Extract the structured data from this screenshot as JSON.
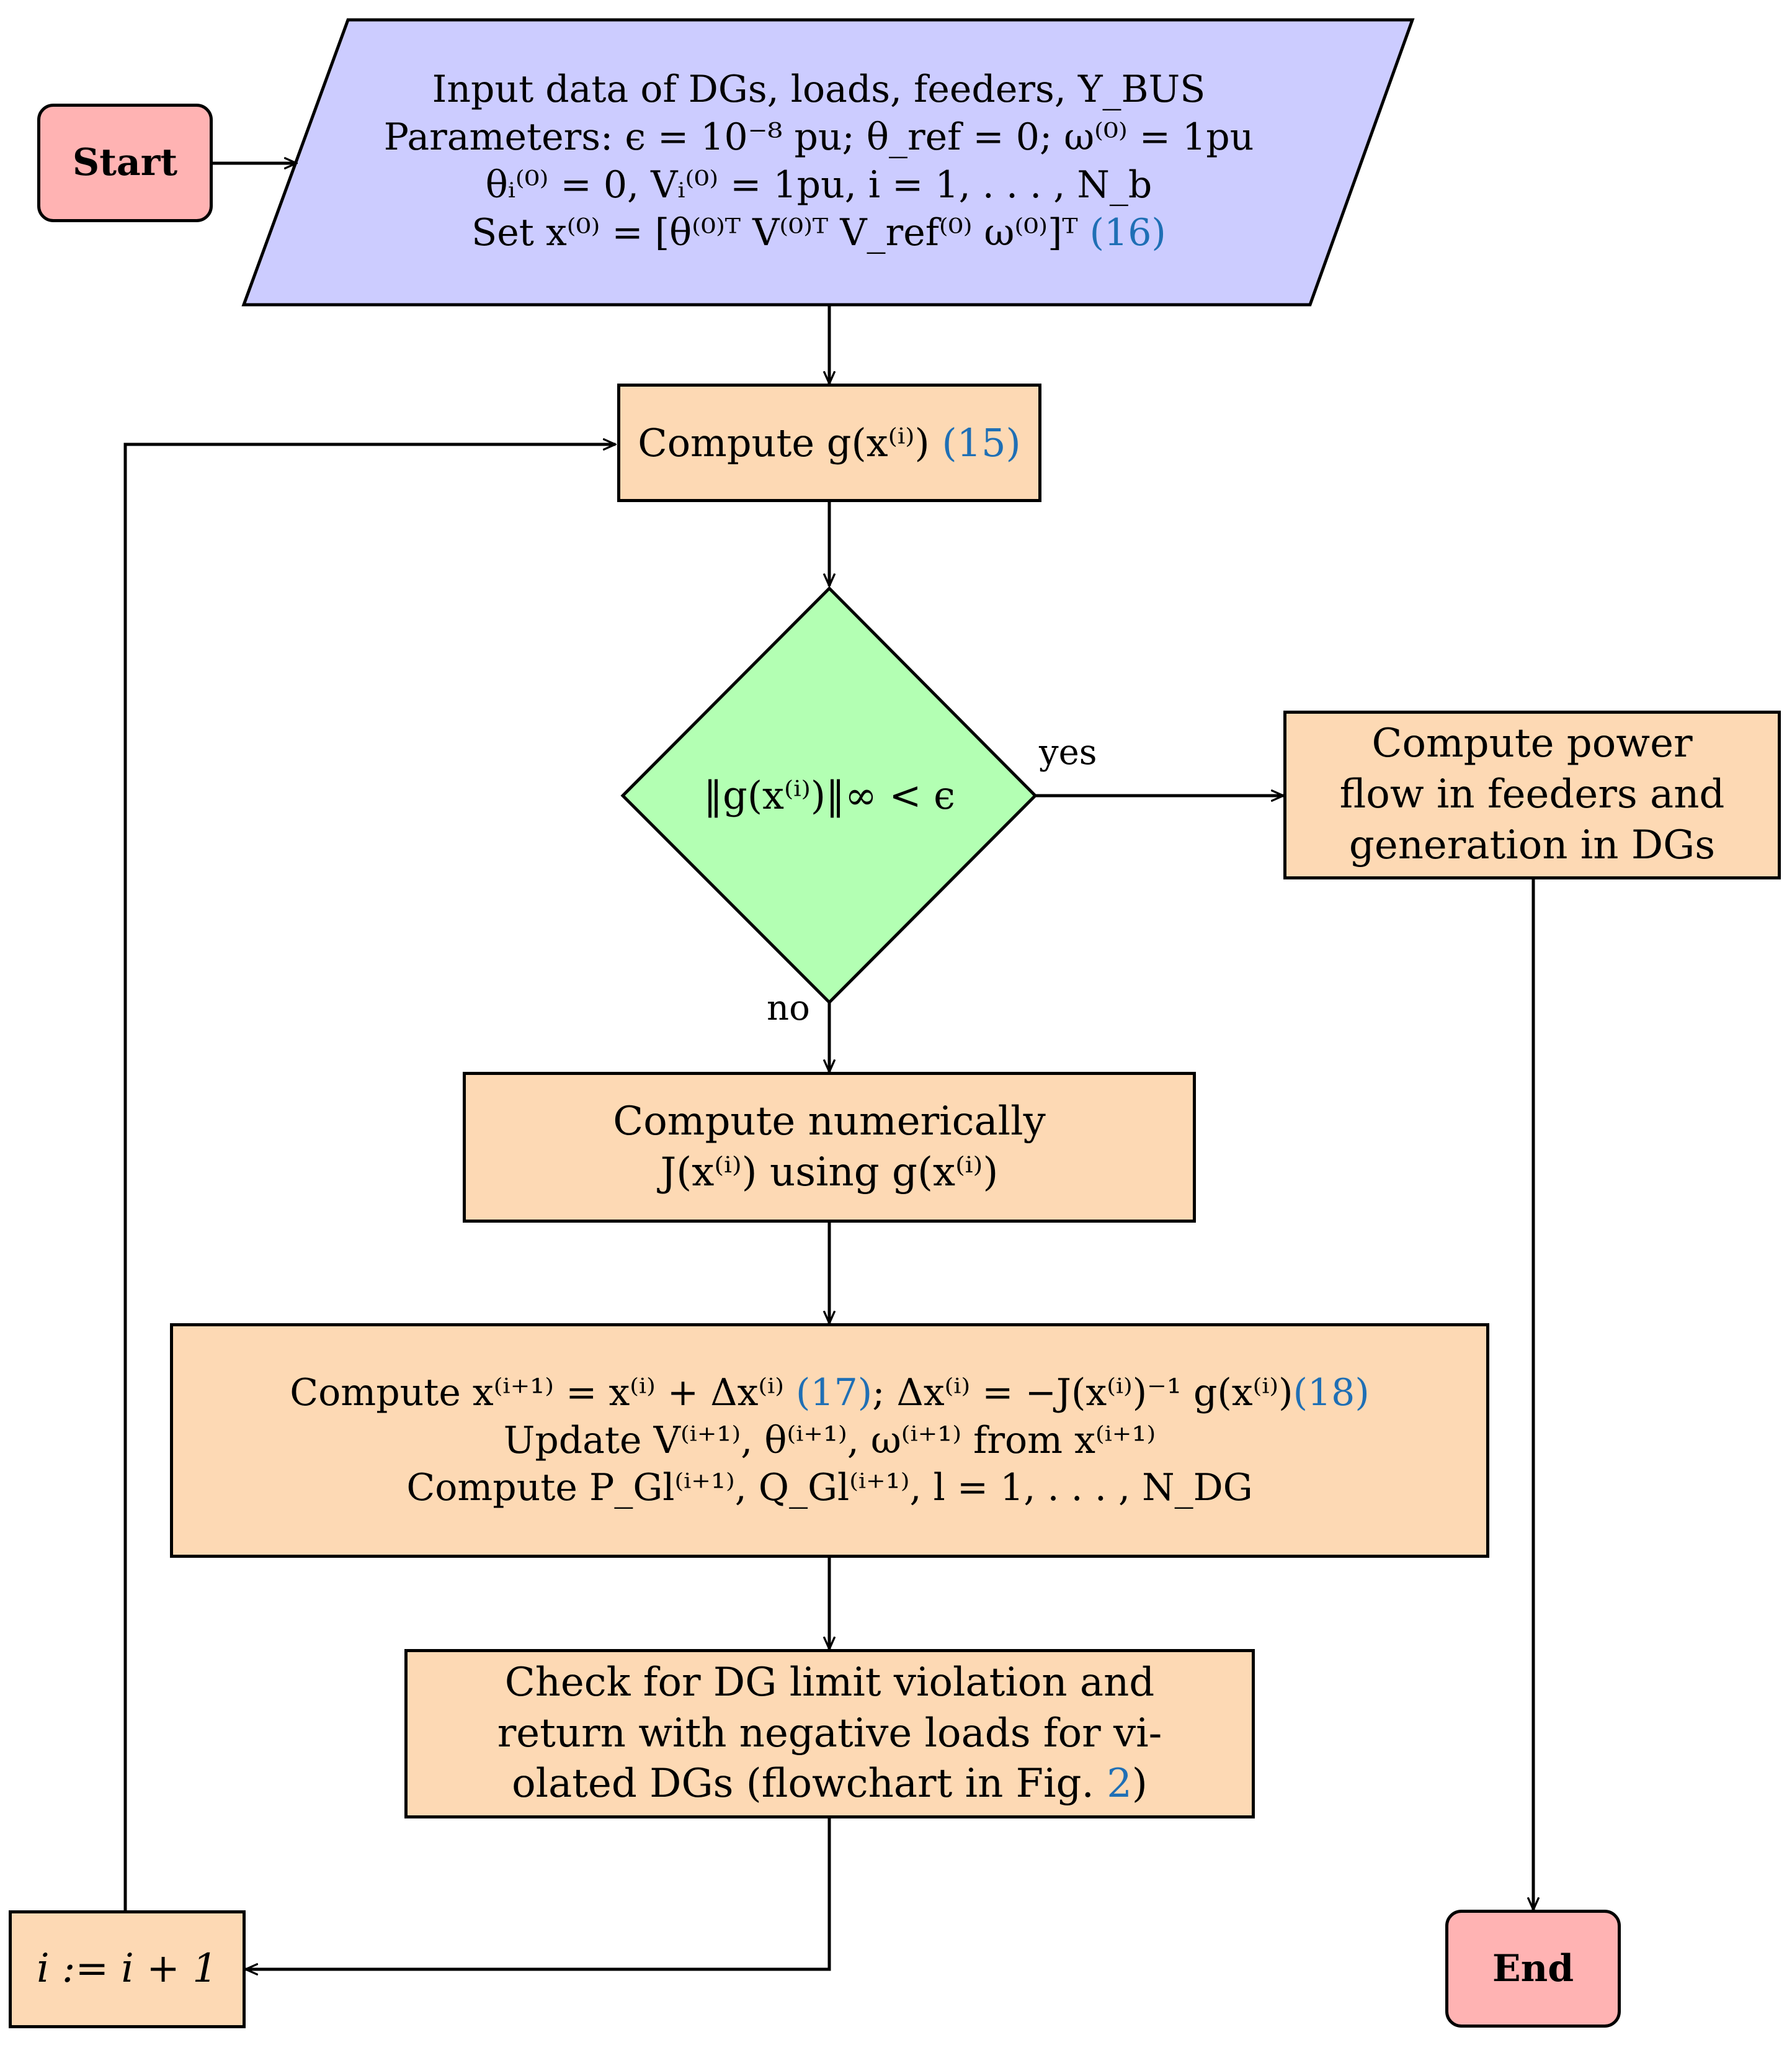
{
  "nodes": {
    "start": {
      "label": "Start"
    },
    "input": {
      "lines": [
        "Input data of DGs, loads, feeders, Y_BUS",
        "Parameters: ϵ = 10⁻⁸ pu;    θ_ref = 0;    ω⁽⁰⁾ = 1pu",
        "θᵢ⁽⁰⁾ = 0,   Vᵢ⁽⁰⁾ = 1pu,   i = 1, . . . , N_b",
        "Set x⁽⁰⁾ = [θ⁽⁰⁾ᵀ V⁽⁰⁾ᵀ V_ref⁽⁰⁾ ω⁽⁰⁾]ᵀ "
      ],
      "ref": "(16)"
    },
    "compute_g": {
      "text": "Compute g(x⁽ⁱ⁾) ",
      "ref": "(15)"
    },
    "decision": {
      "text": "‖g(x⁽ⁱ⁾)‖∞ < ϵ"
    },
    "power_flow": {
      "lines": [
        "Compute power",
        "flow in feeders and",
        "generation in DGs"
      ]
    },
    "jacobian": {
      "lines": [
        "Compute numerically",
        "J(x⁽ⁱ⁾) using g(x⁽ⁱ⁾)"
      ]
    },
    "update": {
      "line1_a": "Compute   x⁽ⁱ⁺¹⁾ = x⁽ⁱ⁾ + Δx⁽ⁱ⁾ ",
      "line1_ref1": "(17)",
      "line1_b": ";   Δx⁽ⁱ⁾ = −J(x⁽ⁱ⁾)⁻¹ g(x⁽ⁱ⁾)",
      "line1_ref2": "(18)",
      "line2": "Update   V⁽ⁱ⁺¹⁾,  θ⁽ⁱ⁺¹⁾,  ω⁽ⁱ⁺¹⁾   from   x⁽ⁱ⁺¹⁾",
      "line3": "Compute   P_Gl⁽ⁱ⁺¹⁾,  Q_Gl⁽ⁱ⁺¹⁾,  l = 1, . . . , N_DG"
    },
    "check": {
      "lines": [
        "Check for DG limit violation and",
        "return with negative loads for vi-"
      ],
      "line3_a": "olated DGs (flowchart in Fig. ",
      "line3_ref": "2",
      "line3_b": ")"
    },
    "increment": {
      "label": "i := i + 1"
    },
    "end": {
      "label": "End"
    }
  },
  "edge_labels": {
    "yes": "yes",
    "no": "no"
  },
  "colors": {
    "terminal": "#ffb3b3",
    "input": "#ccccff",
    "process": "#fdd9b4",
    "decision": "#b3ffb3",
    "reference": "#1f6fb5"
  }
}
